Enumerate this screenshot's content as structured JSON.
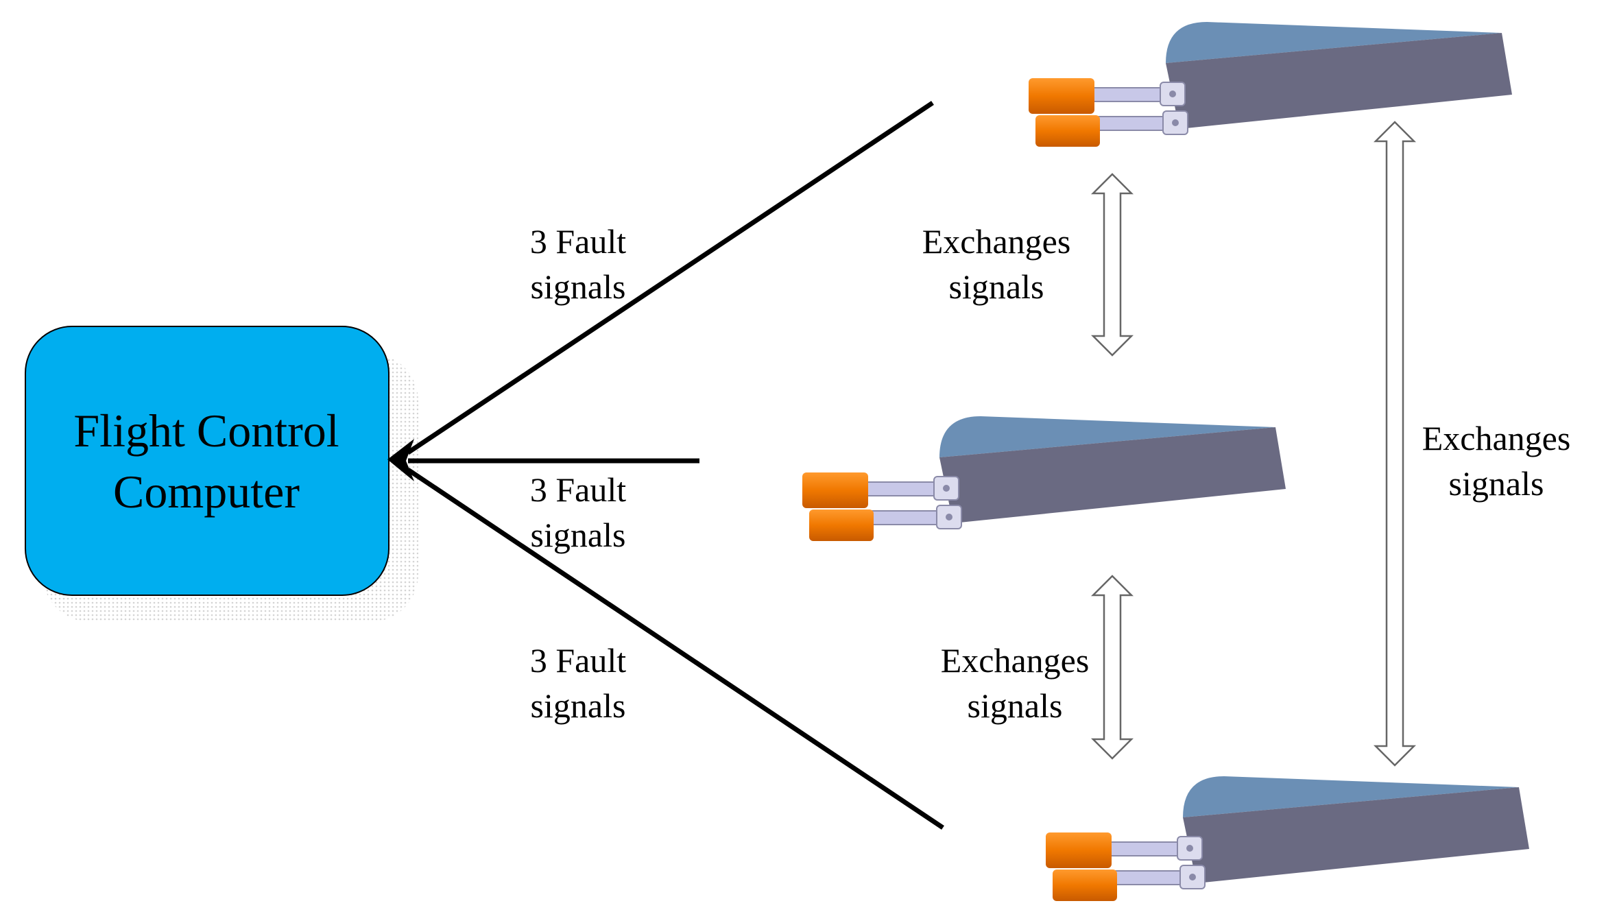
{
  "flight_control_computer": {
    "line1": "Flight Control",
    "line2": "Computer"
  },
  "fault_labels": [
    {
      "line1": "3 Fault",
      "line2": "signals"
    },
    {
      "line1": "3 Fault",
      "line2": "signals"
    },
    {
      "line1": "3 Fault",
      "line2": "signals"
    }
  ],
  "exchange_labels": [
    {
      "line1": "Exchanges",
      "line2": "signals"
    },
    {
      "line1": "Exchanges",
      "line2": "signals"
    },
    {
      "line1": "Exchanges",
      "line2": "signals"
    }
  ],
  "colors": {
    "computer_fill": "#00AEEF",
    "surface_side": "#6A6A82",
    "surface_top": "#6B8FB5",
    "actuator": "#F07800",
    "linkage": "#C8C8E8",
    "line": "#000000"
  }
}
